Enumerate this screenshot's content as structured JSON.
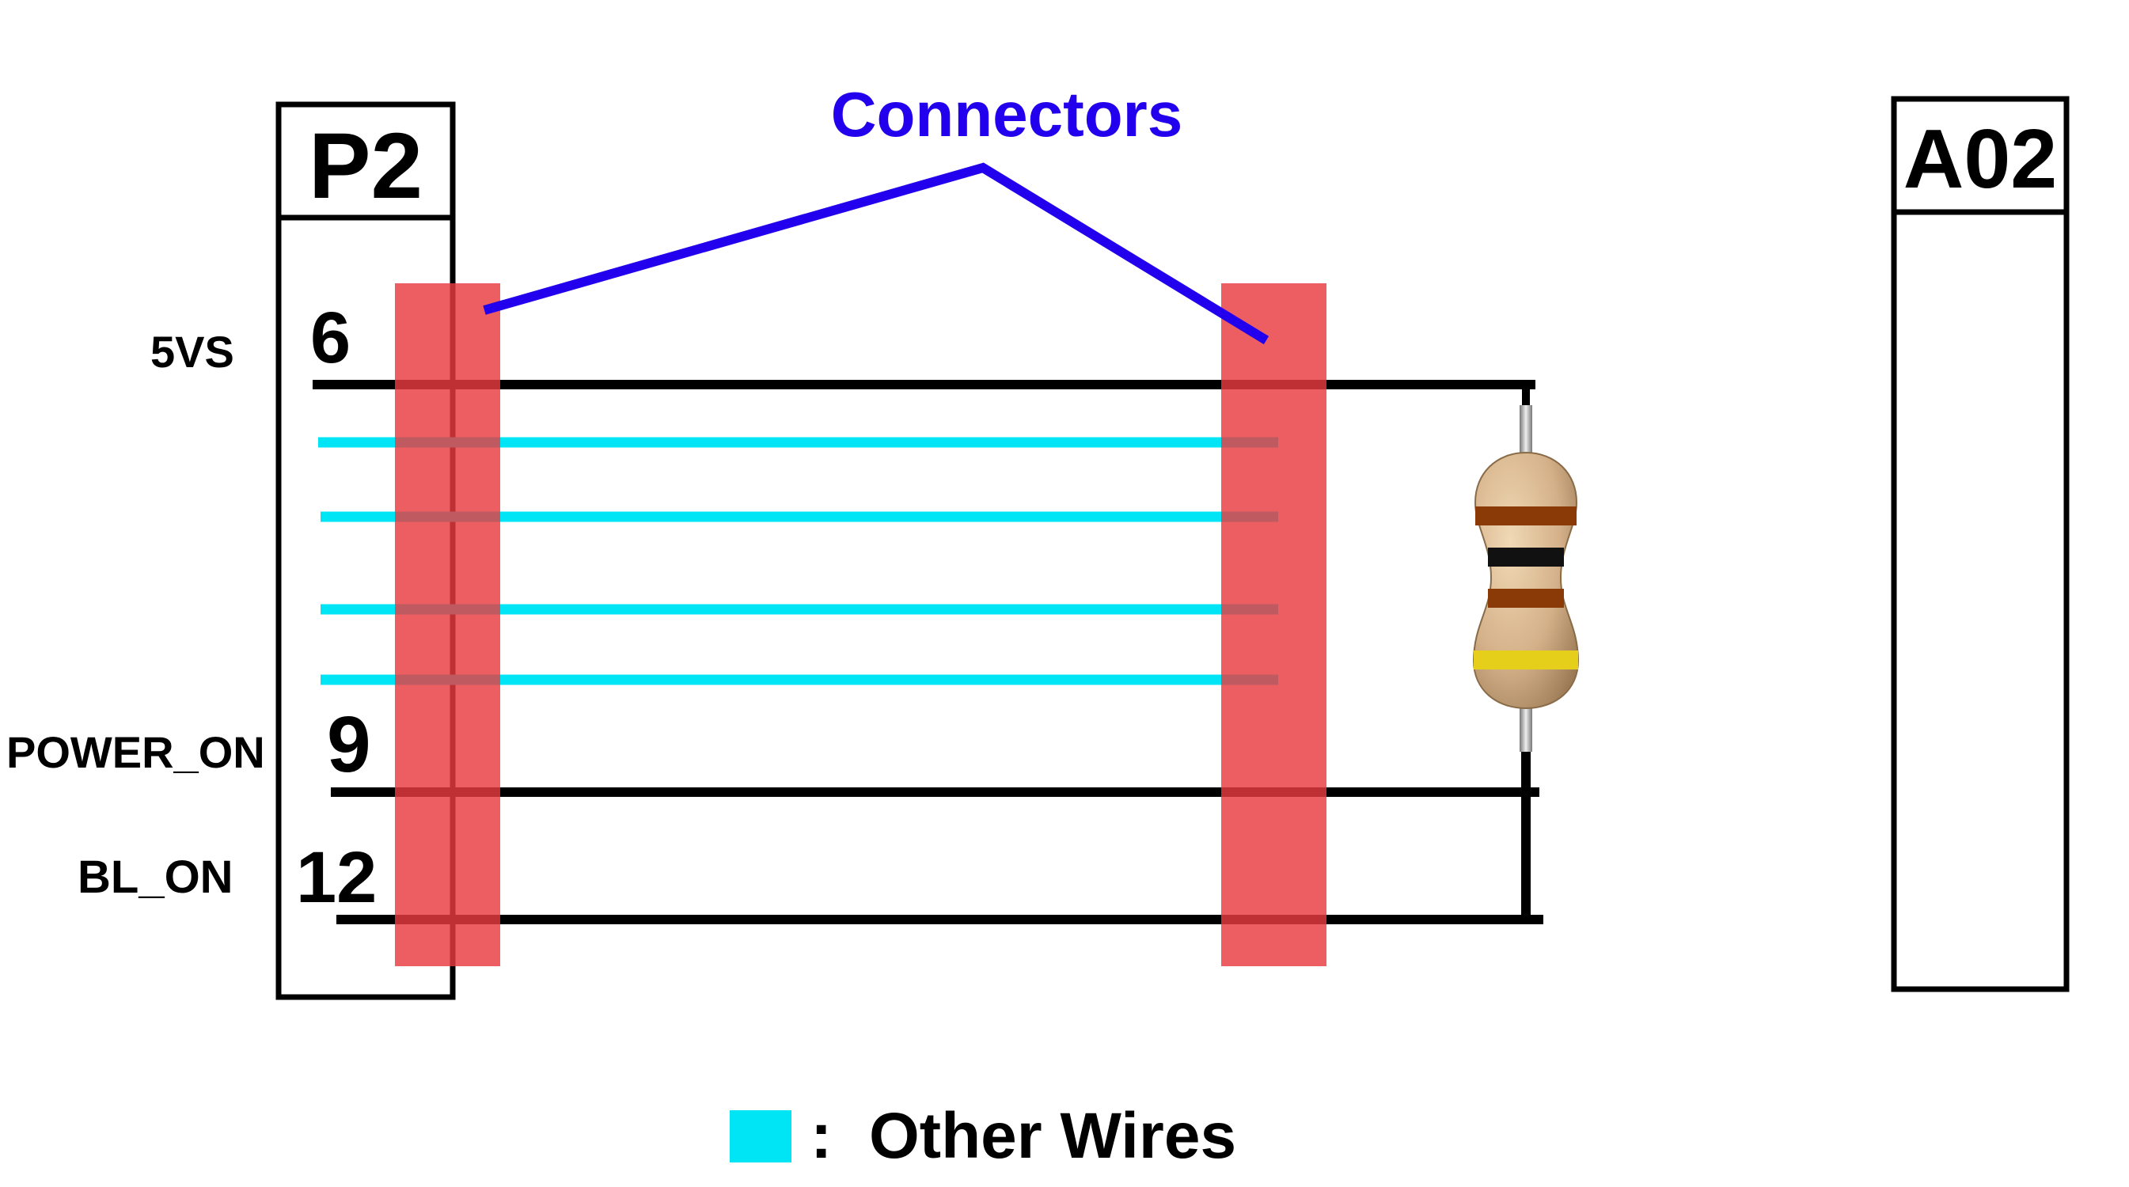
{
  "connectors_label": "Connectors",
  "left_block": {
    "title": "P2",
    "pins": [
      {
        "number": "6",
        "signal": "5VS"
      },
      {
        "number": "9",
        "signal": "POWER_ON"
      },
      {
        "number": "12",
        "signal": "BL_ON"
      }
    ]
  },
  "right_block": {
    "title": "A02"
  },
  "legend": {
    "separator": ":",
    "label": "Other Wires"
  },
  "colors": {
    "connector": "#e83b3f",
    "other_wire": "#00e5f5",
    "callout": "#2200ee",
    "wire": "#000000"
  },
  "components": {
    "resistor": "resistor-icon"
  }
}
